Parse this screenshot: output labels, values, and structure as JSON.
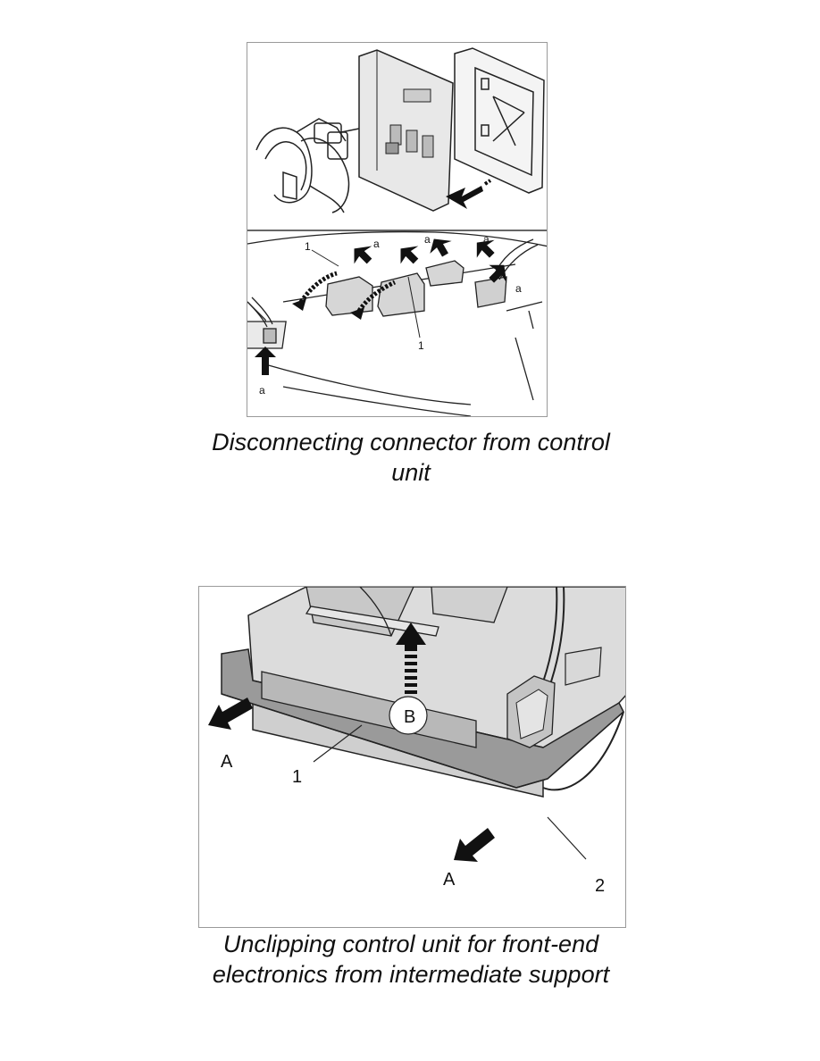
{
  "figures": [
    {
      "caption_line1": "Disconnecting connector from control",
      "caption_line2": "unit",
      "callouts": {
        "one": "1",
        "a": "a"
      }
    },
    {
      "caption_line1": "Unclipping control unit for front-end",
      "caption_line2": "electronics from intermediate support",
      "callouts": {
        "one": "1",
        "two": "2",
        "A": "A",
        "B": "B"
      }
    }
  ]
}
